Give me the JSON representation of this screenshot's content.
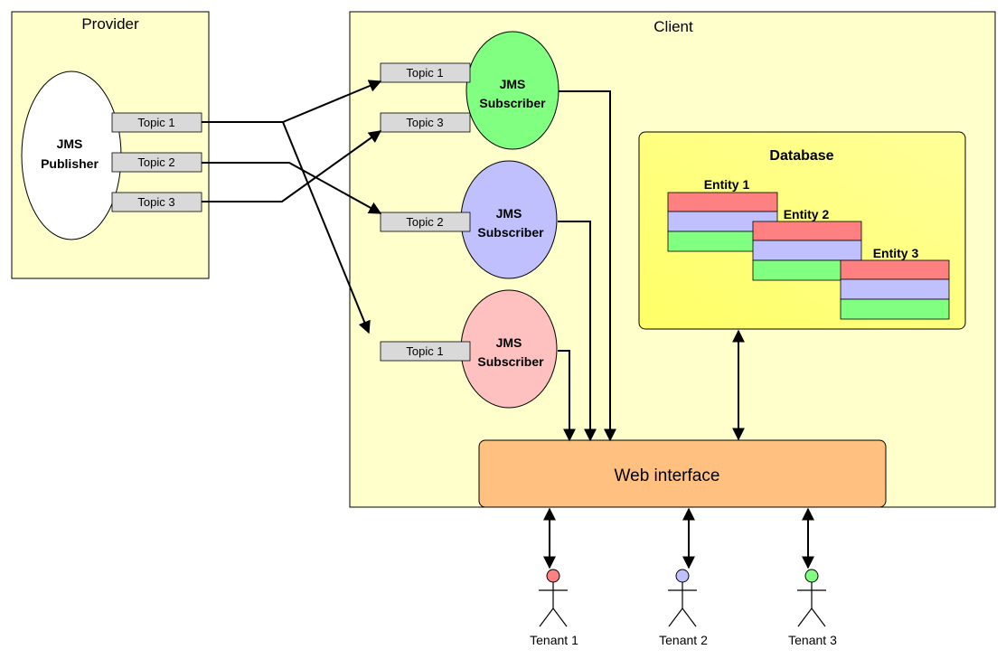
{
  "provider": {
    "title": "Provider",
    "publisher": {
      "line1": "JMS",
      "line2": "Publisher"
    },
    "topics": [
      "Topic 1",
      "Topic 2",
      "Topic 3"
    ]
  },
  "client": {
    "title": "Client",
    "subscribers": [
      {
        "line1": "JMS",
        "line2": "Subscriber",
        "color": "#80ff80",
        "topics": [
          "Topic 1",
          "Topic 3"
        ]
      },
      {
        "line1": "JMS",
        "line2": "Subscriber",
        "color": "#c0c0ff",
        "topics": [
          "Topic 2"
        ]
      },
      {
        "line1": "JMS",
        "line2": "Subscriber",
        "color": "#ffc0c0",
        "topics": [
          "Topic 1"
        ]
      }
    ],
    "database": {
      "title": "Database",
      "entities": [
        "Entity 1",
        "Entity 2",
        "Entity 3"
      ]
    },
    "web_interface": "Web interface"
  },
  "tenants": [
    {
      "label": "Tenant 1",
      "color": "#ff8080"
    },
    {
      "label": "Tenant 2",
      "color": "#c0c0ff"
    },
    {
      "label": "Tenant 3",
      "color": "#80ff80"
    }
  ],
  "colors": {
    "panel_fill": "#ffffcc",
    "db_fill": "#ffff80",
    "web_fill": "#ffc080",
    "topic_fill": "#d9d9d9",
    "row_red": "#ff8080",
    "row_blue": "#c0c0ff",
    "row_green": "#80ff80"
  }
}
